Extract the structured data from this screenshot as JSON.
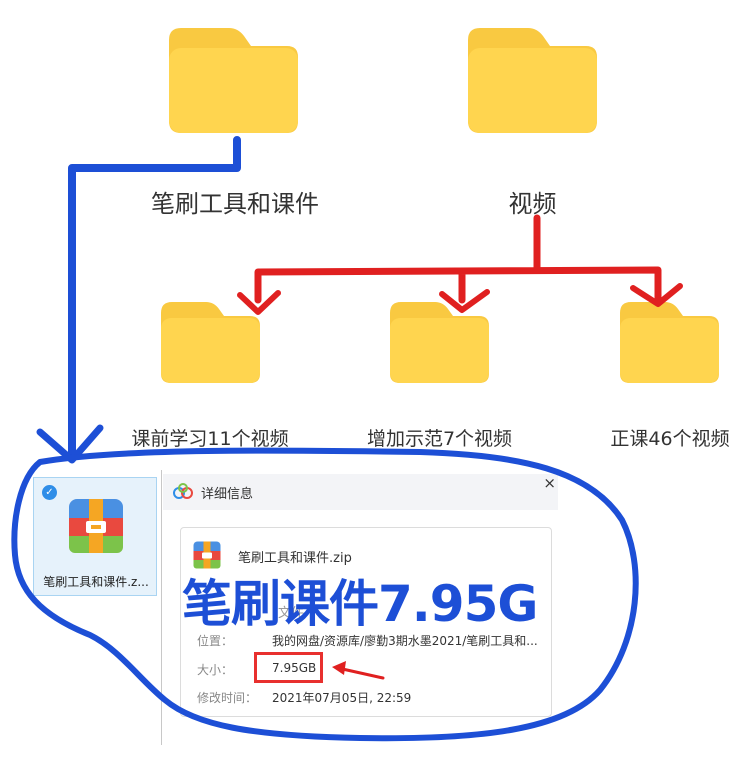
{
  "folders": {
    "top": [
      {
        "name": "笔刷工具和课件"
      },
      {
        "name": "视频"
      }
    ],
    "sub": [
      {
        "name": "课前学习11个视频"
      },
      {
        "name": "增加示范7个视频"
      },
      {
        "name": "正课46个视频"
      }
    ]
  },
  "file_tile": {
    "name": "笔刷工具和课件.z..."
  },
  "details_panel": {
    "title": "详细信息",
    "close": "×",
    "file_name": "笔刷工具和课件.zip",
    "hidden_partial": "文件",
    "location_label": "位置：",
    "location_value": "我的网盘/资源库/廖勤3期水墨2021/笔刷工具和...",
    "size_label": "大小：",
    "size_value": "7.95GB",
    "modified_label": "修改时间：",
    "modified_value": "2021年07月05日, 22:59"
  },
  "annotation": {
    "text": "笔刷课件7.95G",
    "blue": "#1d4fd6",
    "red": "#e02020"
  },
  "colors": {
    "folder": "#ffd54f",
    "folder_tab": "#f9c941",
    "selection_bg": "#e6f2fb"
  }
}
